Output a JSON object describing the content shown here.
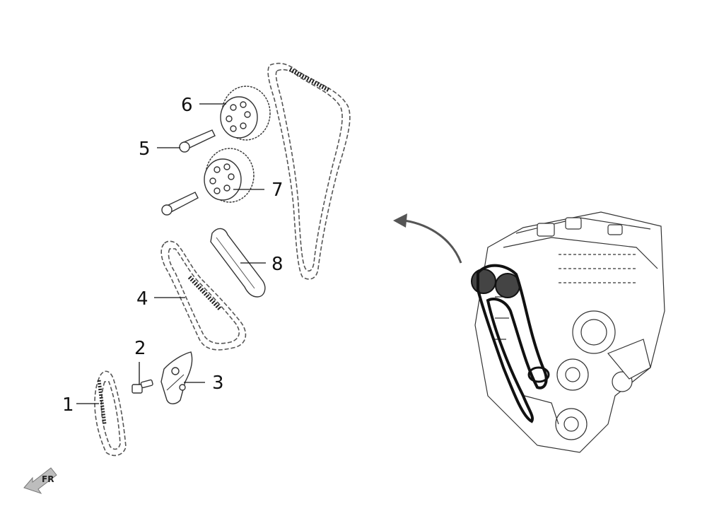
{
  "diagram": {
    "callouts": [
      {
        "id": "1",
        "label": "1"
      },
      {
        "id": "2",
        "label": "2"
      },
      {
        "id": "3",
        "label": "3"
      },
      {
        "id": "4",
        "label": "4"
      },
      {
        "id": "5",
        "label": "5"
      },
      {
        "id": "6",
        "label": "6"
      },
      {
        "id": "7",
        "label": "7"
      },
      {
        "id": "8",
        "label": "8"
      }
    ],
    "direction_indicator": {
      "label": "FR",
      "icon": "arrow-left-icon"
    },
    "colors": {
      "line": "#333333",
      "chain_highlight": "#111111",
      "background": "#ffffff"
    }
  }
}
